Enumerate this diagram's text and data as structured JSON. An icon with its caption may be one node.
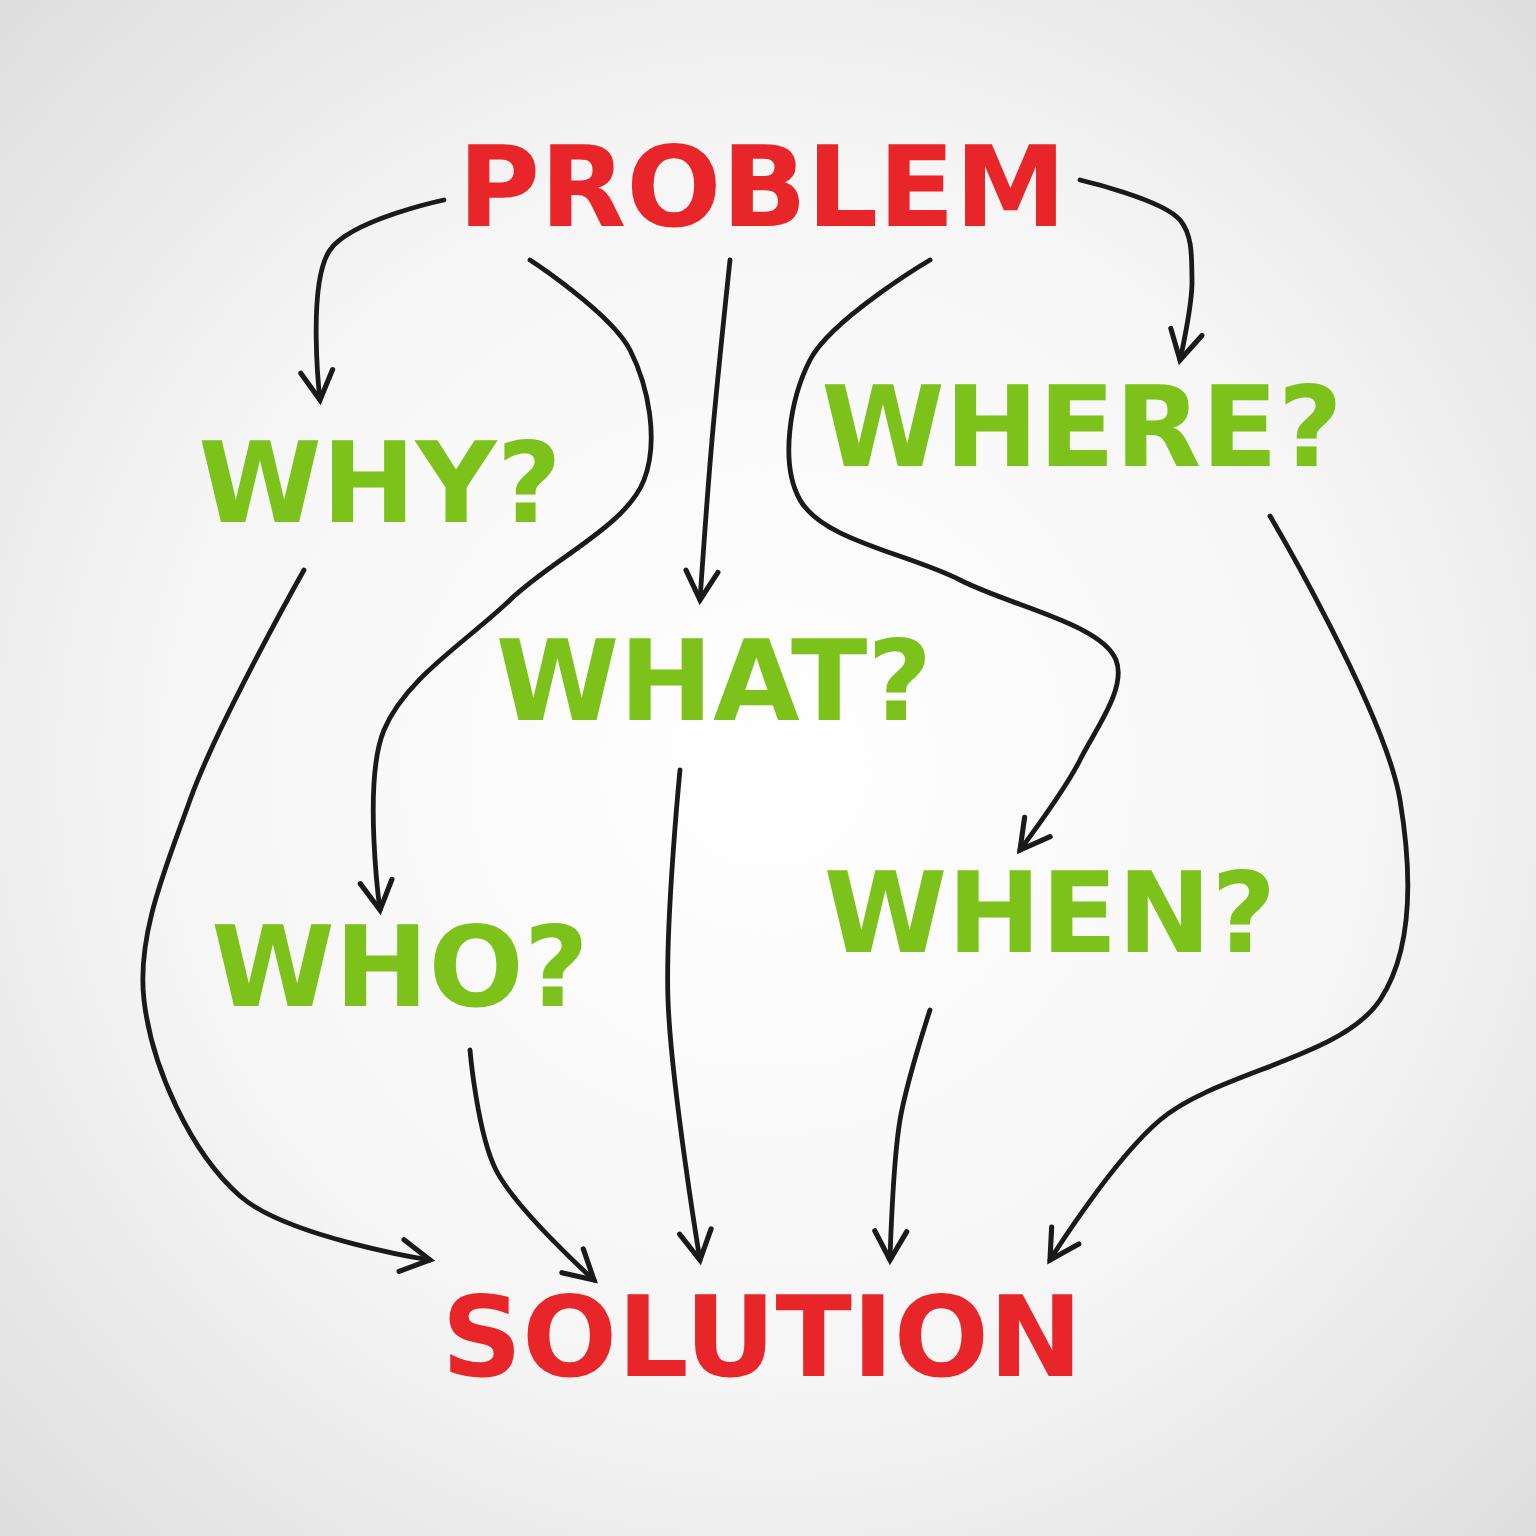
{
  "diagram": {
    "nodes": [
      {
        "text": [
          "PROBLEM"
        ]
      },
      {
        "text": [
          "WHY?"
        ]
      },
      {
        "text": [
          "WHERE?"
        ]
      },
      {
        "text": [
          "WHAT?"
        ]
      },
      {
        "text": [
          "WHO?"
        ]
      },
      {
        "text": [
          "WHEN?"
        ]
      },
      {
        "text": [
          "SOLUTION"
        ]
      }
    ],
    "edges": [
      {
        "from": 0,
        "to": 1,
        "arrow": "to"
      },
      {
        "from": 0,
        "to": 4,
        "arrow": "to"
      },
      {
        "from": 0,
        "to": 3,
        "arrow": "to"
      },
      {
        "from": 0,
        "to": 5,
        "arrow": "to"
      },
      {
        "from": 0,
        "to": 2,
        "arrow": "to"
      },
      {
        "from": 1,
        "to": 6,
        "arrow": "to"
      },
      {
        "from": 4,
        "to": 6,
        "arrow": "to"
      },
      {
        "from": 3,
        "to": 6,
        "arrow": "to"
      },
      {
        "from": 5,
        "to": 6,
        "arrow": "to"
      },
      {
        "from": 2,
        "to": 6,
        "arrow": "to"
      }
    ]
  }
}
